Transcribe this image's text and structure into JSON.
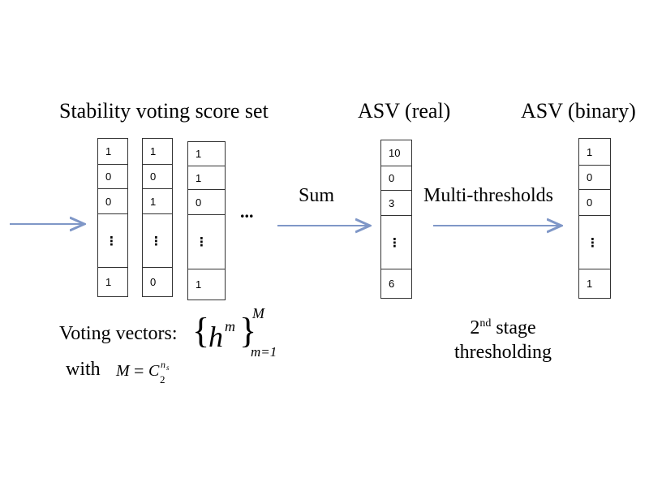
{
  "headings": {
    "voting_set": "Stability voting score set",
    "asv_real": "ASV (real)",
    "asv_binary": "ASV (binary)"
  },
  "voting_vectors": [
    [
      "1",
      "0",
      "0",
      "⋮",
      "1"
    ],
    [
      "1",
      "0",
      "1",
      "⋮",
      "0"
    ],
    [
      "1",
      "1",
      "0",
      "⋮",
      "1"
    ]
  ],
  "ellipsis": "...",
  "asv_real_values": [
    "10",
    "0",
    "3",
    "⋮",
    "6"
  ],
  "asv_binary_values": [
    "1",
    "0",
    "0",
    "⋮",
    "1"
  ],
  "arrow_labels": {
    "sum": "Sum",
    "multi_thresholds": "Multi-thresholds"
  },
  "caption_left": {
    "voting_vectors_text": "Voting vectors:",
    "h": "h",
    "h_sup": "m",
    "set_upper": "M",
    "set_lower": "m=1",
    "with_text": "with",
    "M": "M",
    "eq": "=",
    "C": "C",
    "C_sub": "2",
    "C_sup": "n",
    "C_sup_sub": "s"
  },
  "caption_right": {
    "ordinal_num": "2",
    "ordinal_suffix": "nd",
    "line1_rest": "stage",
    "line2": "thresholding"
  },
  "colors": {
    "arrow": "#7f97c7",
    "border": "#333333"
  }
}
